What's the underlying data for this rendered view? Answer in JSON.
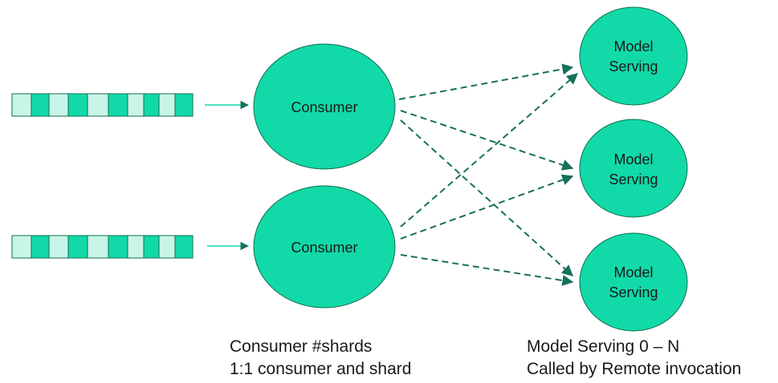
{
  "colors": {
    "node_fill": "#12d9a8",
    "node_stroke": "#0f6d4e",
    "shard_light": "#c8f5e8",
    "edge": "#16705a"
  },
  "consumers": [
    {
      "label": "Consumer"
    },
    {
      "label": "Consumer"
    }
  ],
  "model_servings": [
    {
      "label_line1": "Model",
      "label_line2": "Serving"
    },
    {
      "label_line1": "Model",
      "label_line2": "Serving"
    },
    {
      "label_line1": "Model",
      "label_line2": "Serving"
    }
  ],
  "captions": {
    "consumer": {
      "line1": "Consumer #shards",
      "line2": "1:1 consumer and shard"
    },
    "serving": {
      "line1": "Model Serving 0 – N",
      "line2": "Called by Remote invocation"
    }
  }
}
